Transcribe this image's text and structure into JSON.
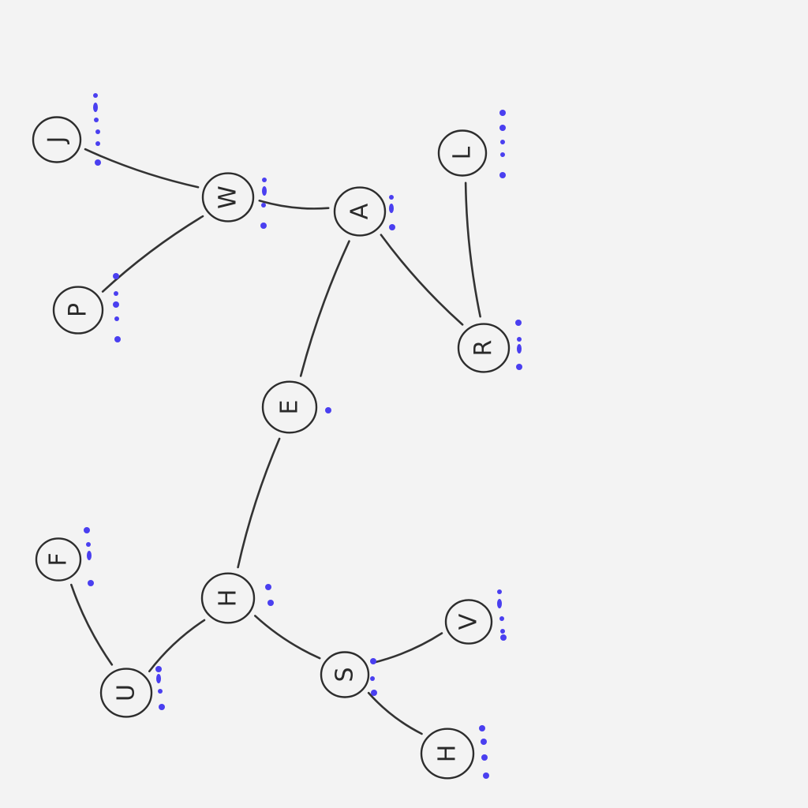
{
  "diagram": {
    "nodes": [
      {
        "id": "J",
        "label": "J"
      },
      {
        "id": "W",
        "label": "W"
      },
      {
        "id": "A",
        "label": "A"
      },
      {
        "id": "L",
        "label": "L"
      },
      {
        "id": "P",
        "label": "P"
      },
      {
        "id": "R",
        "label": "R"
      },
      {
        "id": "E",
        "label": "E"
      },
      {
        "id": "F",
        "label": "F"
      },
      {
        "id": "H1",
        "label": "H"
      },
      {
        "id": "V",
        "label": "V"
      },
      {
        "id": "S",
        "label": "S"
      },
      {
        "id": "U",
        "label": "U"
      },
      {
        "id": "H2",
        "label": "H"
      }
    ],
    "edges": [
      [
        "J",
        "W"
      ],
      [
        "W",
        "P"
      ],
      [
        "W",
        "A"
      ],
      [
        "A",
        "E"
      ],
      [
        "A",
        "R"
      ],
      [
        "L",
        "R"
      ],
      [
        "E",
        "H1"
      ],
      [
        "H1",
        "U"
      ],
      [
        "F",
        "U"
      ],
      [
        "H1",
        "S"
      ],
      [
        "S",
        "V"
      ],
      [
        "S",
        "H2"
      ]
    ]
  }
}
